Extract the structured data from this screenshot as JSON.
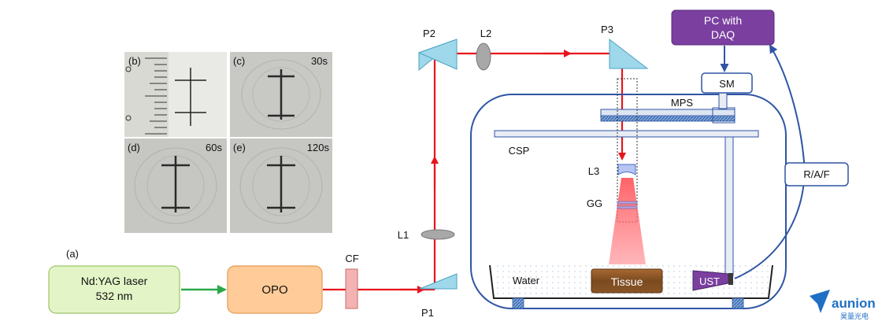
{
  "panel_a_label": "(a)",
  "laser": {
    "line1": "Nd:YAG laser",
    "line2": "532 nm"
  },
  "opo": "OPO",
  "cf": "CF",
  "prisms": {
    "p1": "P1",
    "p2": "P2",
    "p3": "P3"
  },
  "lenses": {
    "l1": "L1",
    "l2": "L2",
    "l3": "L3"
  },
  "gg": "GG",
  "pc": {
    "line1": "PC  with",
    "line2": "DAQ"
  },
  "sm": "SM",
  "mps": "MPS",
  "csp": "CSP",
  "raf": "R/A/F",
  "water": "Water",
  "tissue": "Tissue",
  "ust": "UST",
  "panels": {
    "b": "(b)",
    "c": "(c)",
    "c_time": "30s",
    "d": "(d)",
    "d_time": "60s",
    "e": "(e)",
    "e_time": "120s"
  },
  "logo": {
    "name": "aunion",
    "sub": "昊量光电"
  },
  "colors": {
    "laser_box": "#e3f5c7",
    "opo_box": "#ffcc99",
    "pc_box": "#7b3fa0",
    "beam": "#e8141c",
    "green_arrow": "#2aa84a",
    "blue": "#2f55a4",
    "prism": "#9fd8ea"
  }
}
